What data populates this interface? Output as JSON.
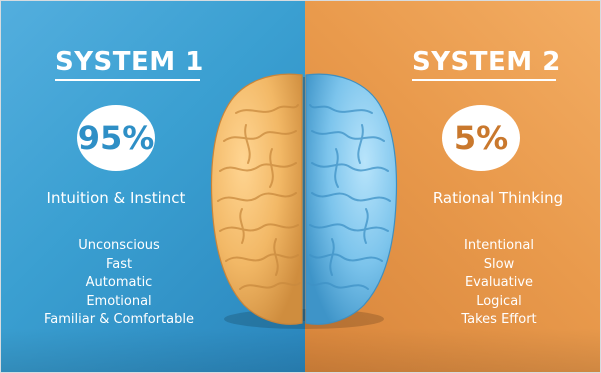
{
  "left": {
    "title": "SYSTEM 1",
    "percent": "95%",
    "subtitle": "Intuition & Instinct",
    "traits": [
      "Unconscious",
      "Fast",
      "Automatic",
      "Emotional",
      "Familiar & Comfortable"
    ],
    "panel_color": "#3a9fd1",
    "percent_color": "#2e8fc6"
  },
  "right": {
    "title": "SYSTEM 2",
    "percent": "5%",
    "subtitle": "Rational Thinking",
    "traits": [
      "Intentional",
      "Slow",
      "Evaluative",
      "Logical",
      "Takes Effort"
    ],
    "panel_color": "#e99a4c",
    "percent_color": "#c9782d"
  },
  "brain": {
    "left_hemisphere_color": "#f2b866",
    "right_hemisphere_color": "#7cc4ec"
  }
}
